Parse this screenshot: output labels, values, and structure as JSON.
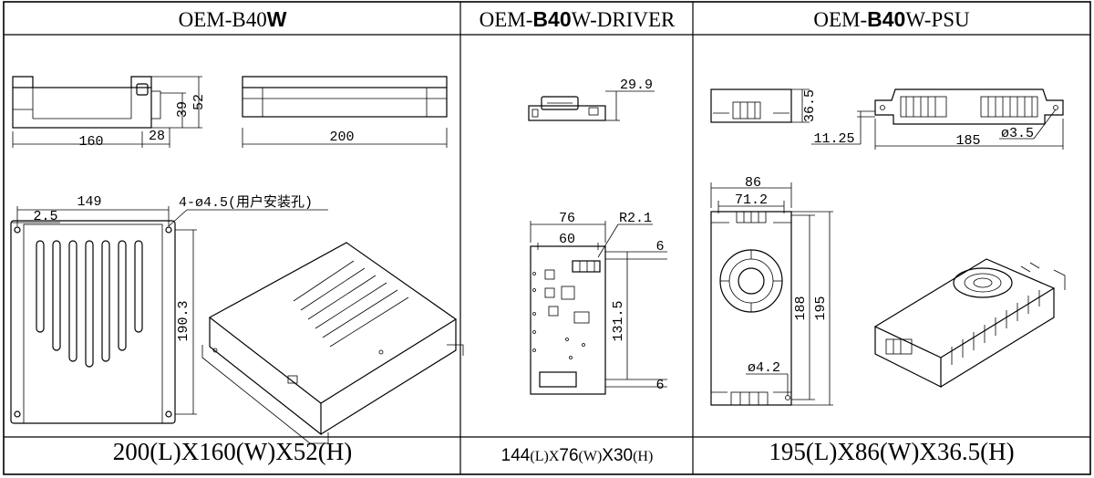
{
  "headers": {
    "col1": {
      "prefix": "OEM-B40",
      "bold": "W",
      "suffix": ""
    },
    "col2": {
      "prefix": "OEM-",
      "bold": "B40",
      "suffix": "W-DRIVER"
    },
    "col3": {
      "prefix": "OEM-",
      "bold": "B40",
      "suffix": "W-PSU"
    }
  },
  "col1": {
    "dims": {
      "width": "160",
      "connector": "28",
      "h1": "39",
      "h2": "52",
      "length": "200",
      "hole_span": "149",
      "edge": "2.5",
      "holes": "4-ø4.5(用户安装孔)",
      "hole_height": "190.3"
    },
    "footer": "200(L)X160(W)X52(H)"
  },
  "col2": {
    "dims": {
      "height": "29.9",
      "width": "76",
      "radius": "R2.1",
      "inner": "60",
      "top": "6",
      "span": "131.5",
      "bottom": "6"
    },
    "footer": {
      "l_num": "144",
      "l_unit": "(L)",
      "x1": "X",
      "w_num": "76",
      "w_unit": "(W)",
      "h_num": "X30",
      "h_unit": "(H)"
    }
  },
  "col3": {
    "dims": {
      "height": "36.5",
      "offset": "11.25",
      "length": "185",
      "hole": "ø3.5",
      "width": "86",
      "inner": "71.2",
      "h1": "188",
      "h2": "195",
      "fan_hole": "ø4.2"
    },
    "footer": "195(L)X86(W)X36.5(H)"
  }
}
